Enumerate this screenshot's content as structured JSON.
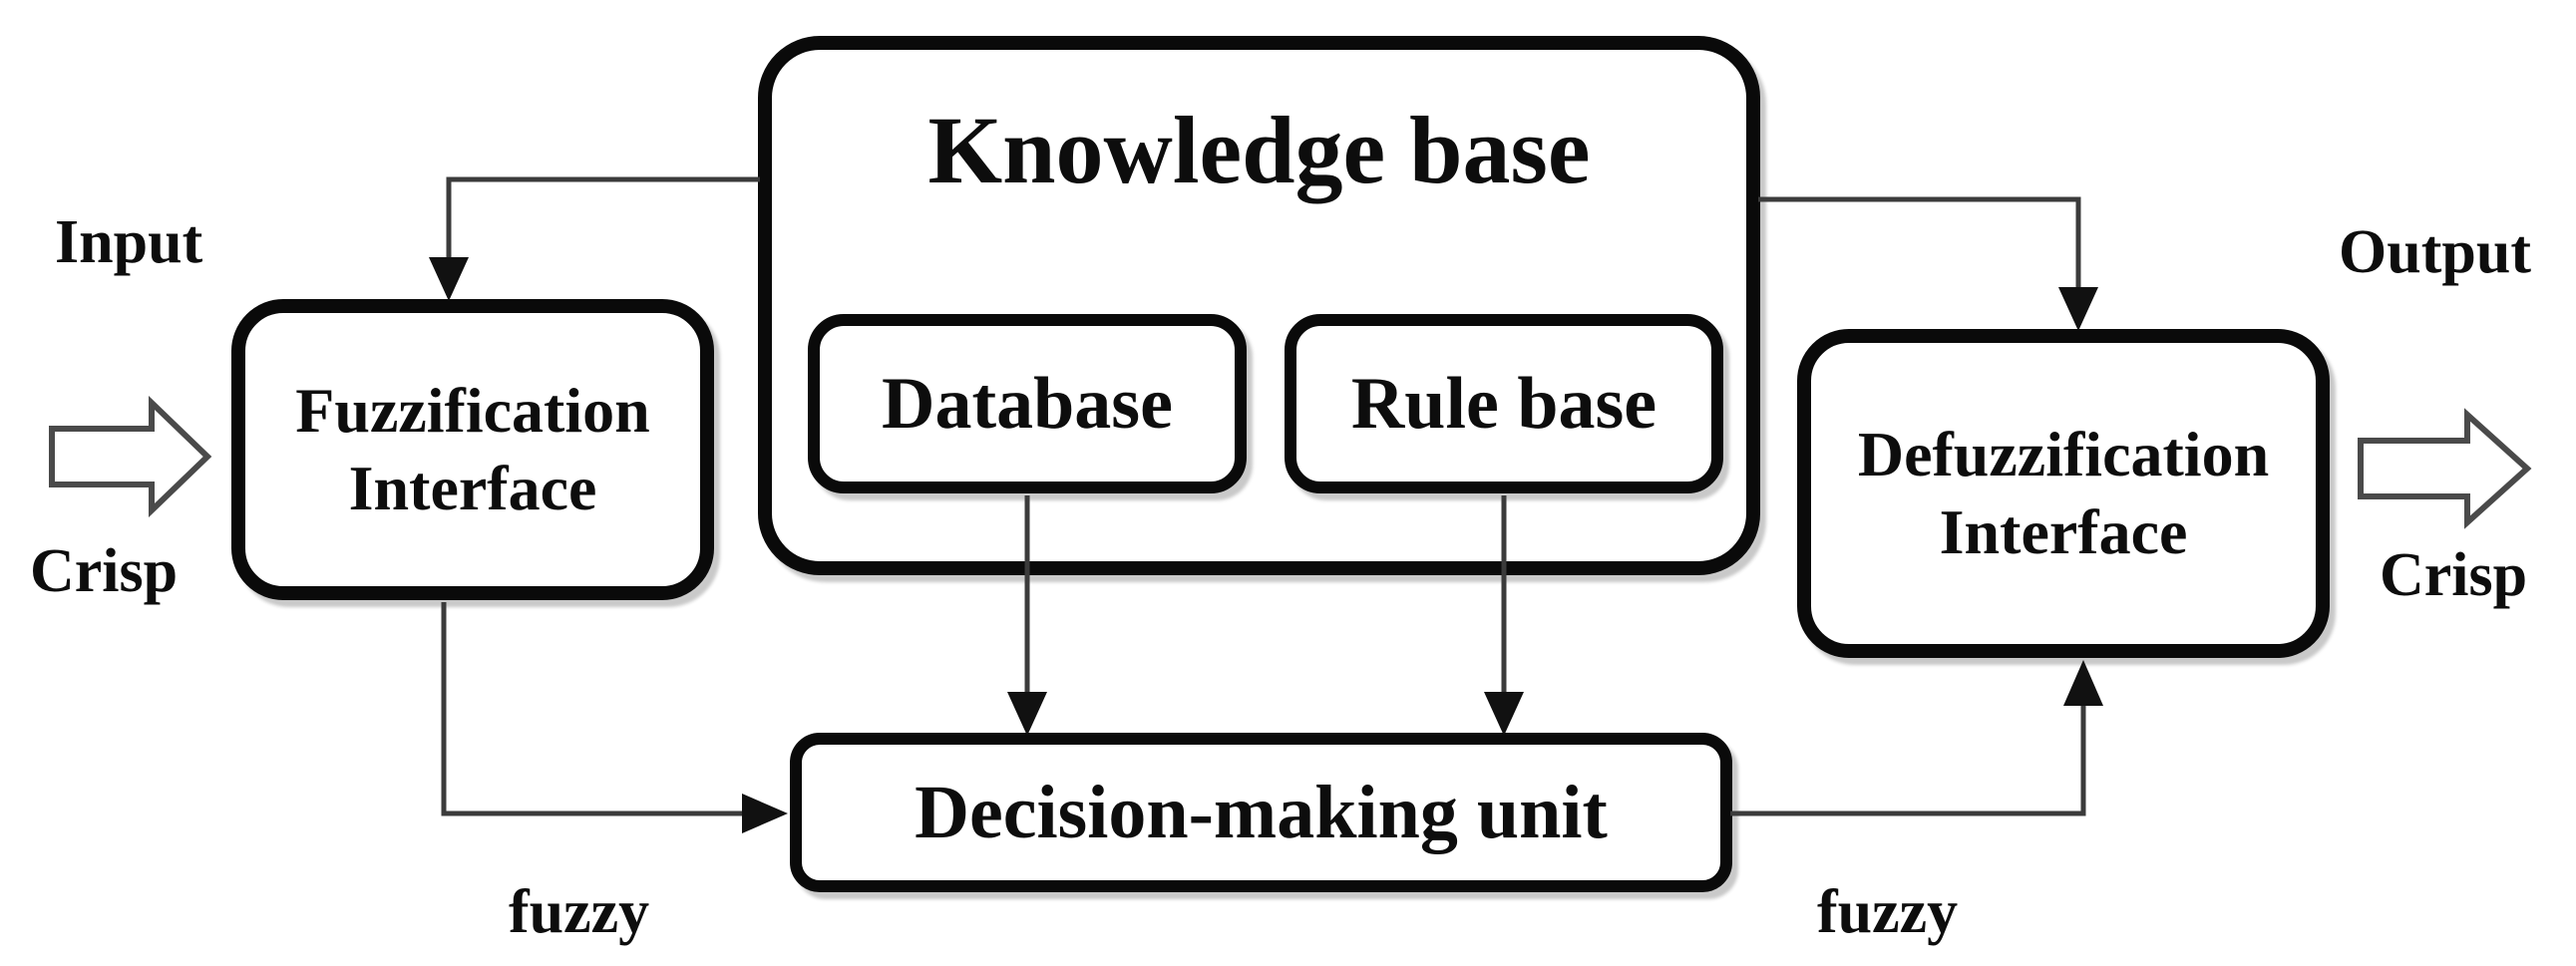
{
  "nodes": {
    "knowledge_base": {
      "label": "Knowledge base"
    },
    "database": {
      "label": "Database"
    },
    "rule_base": {
      "label": "Rule base"
    },
    "fuzzification": {
      "label": "Fuzzification Interface"
    },
    "defuzzification": {
      "label": "Defuzzification Interface"
    },
    "decision_making": {
      "label": "Decision-making unit"
    }
  },
  "labels": {
    "input": "Input",
    "crisp_in": "Crisp",
    "output": "Output",
    "crisp_out": "Crisp",
    "fuzzy_in": "fuzzy",
    "fuzzy_out": "fuzzy"
  },
  "colors": {
    "background": "#ffffff",
    "box_border": "#0a0a0a",
    "connector": "#3b3b3b",
    "text": "#0d0d0d"
  }
}
